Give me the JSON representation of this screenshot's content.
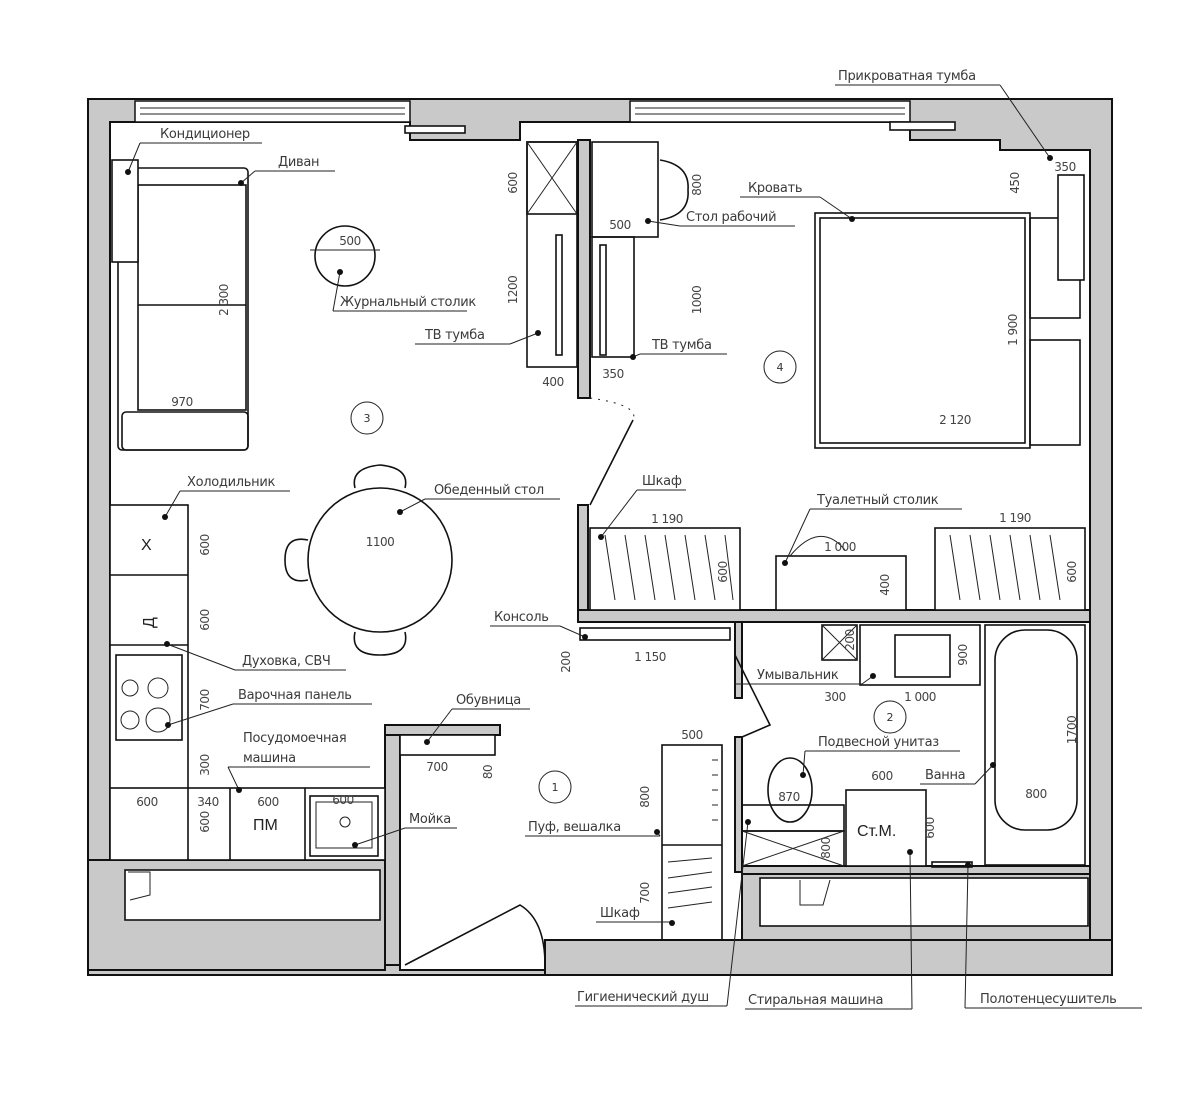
{
  "labels": [
    "Кондиционер",
    "Диван",
    "Журнальный столик",
    "ТВ тумба",
    "Стол рабочий",
    "ТВ тумба",
    "Кровать",
    "Прикроватная тумба",
    "Холодильник",
    "Обеденный стол",
    "Шкаф",
    "Туалетный столик",
    "Консоль",
    "Духовка, СВЧ",
    "Варочная панель",
    "Умывальник",
    "Обувница",
    "Посудомоечная",
    "машина",
    "Подвесной унитаз",
    "Ванна",
    "Мойка",
    "Пуф, вешалка",
    "Шкаф",
    "Гигиенический душ",
    "Стиральная машина",
    "Полотенцесушитель"
  ],
  "rooms": [
    "3",
    "4",
    "1",
    "2"
  ],
  "equipment": {
    "fridge": "Х",
    "oven": "Д",
    "dishwasher": "ПМ",
    "washing_machine": "Ст.М."
  },
  "dims": [
    "500",
    "2 300",
    "970",
    "600",
    "1200",
    "400",
    "350",
    "800",
    "500",
    "1000",
    "450",
    "350",
    "1 900",
    "2 120",
    "1100",
    "1 190",
    "600",
    "1 000",
    "400",
    "1 190",
    "600",
    "600",
    "600",
    "700",
    "300",
    "600",
    "340",
    "600",
    "600",
    "600",
    "700",
    "80",
    "200",
    "1 150",
    "500",
    "800",
    "700",
    "300",
    "1 000",
    "900",
    "200",
    "1700",
    "800",
    "870",
    "600",
    "600",
    "800"
  ]
}
